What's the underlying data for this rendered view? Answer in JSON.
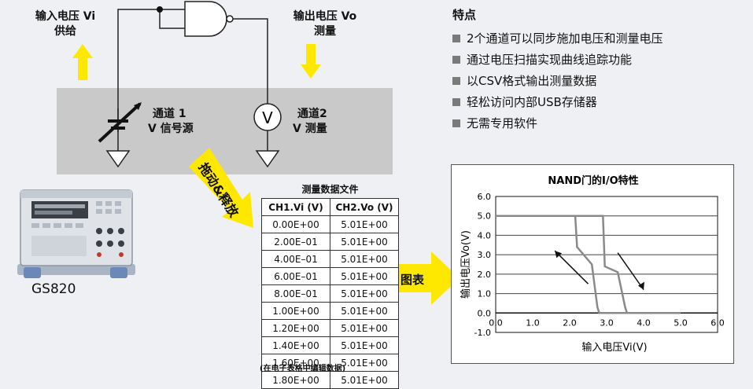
{
  "diagram": {
    "input_label": [
      "输入电压 Vi",
      "供给"
    ],
    "output_label": [
      "输出电压 Vo",
      "测量"
    ],
    "channel1_label": [
      "通道 1",
      "V 信号源"
    ],
    "channel2_label": [
      "通道2",
      "V  测量"
    ],
    "voltmeter_symbol": "V",
    "drag_label": "拖动&释放",
    "chart_arrow_label": "图表",
    "device_model": "GS820",
    "colors": {
      "arrow_yellow": "#ffe800",
      "box_gray": "#c9c9c9"
    }
  },
  "features": {
    "title": "特点",
    "items": [
      "2个通道可以同步施加电压和测量电压",
      "通过电压扫描实现曲线追踪功能",
      "以CSV格式输出测量数据",
      "轻松访问内部USB存储器",
      "无需专用软件"
    ]
  },
  "table": {
    "title": "测量数据文件",
    "headers": [
      "CH1.Vi (V)",
      "CH2.Vo (V)"
    ],
    "rows": [
      [
        "0.00E+00",
        "5.01E+00"
      ],
      [
        "2.00E–01",
        "5.01E+00"
      ],
      [
        "4.00E–01",
        "5.01E+00"
      ],
      [
        "6.00E–01",
        "5.01E+00"
      ],
      [
        "8.00E–01",
        "5.01E+00"
      ],
      [
        "1.00E+00",
        "5.01E+00"
      ],
      [
        "1.20E+00",
        "5.01E+00"
      ],
      [
        "1.40E+00",
        "5.01E+00"
      ],
      [
        "1.60E+00",
        "5.01E+00"
      ],
      [
        "1.80E+00",
        "5.01E+00"
      ]
    ],
    "note": "(在电子表格中编辑数据)"
  },
  "chart_data": {
    "type": "line",
    "title": "NAND门的I/O特性",
    "xlabel": "输入电压Vi(V)",
    "ylabel": "输出电压Vo(V)",
    "xlim": [
      0,
      6
    ],
    "ylim": [
      -1,
      6
    ],
    "x_ticks": [
      "0.0",
      "1.0",
      "2.0",
      "3.0",
      "4.0",
      "5.0",
      "6.0"
    ],
    "y_ticks": [
      "-1.0",
      "0.0",
      "1.0",
      "2.0",
      "3.0",
      "4.0",
      "5.0",
      "6.0"
    ],
    "grid": true,
    "series": [
      {
        "x": [
          0,
          2.9,
          2.95,
          3.3,
          3.5,
          3.55,
          5.0
        ],
        "y": [
          5.0,
          5.0,
          2.4,
          2.1,
          0.3,
          0.0,
          0.0
        ]
      },
      {
        "x": [
          0,
          2.15,
          2.2,
          2.6,
          2.75,
          2.8,
          5.0
        ],
        "y": [
          5.0,
          5.0,
          3.4,
          2.5,
          0.3,
          0.0,
          0.0
        ]
      }
    ],
    "colors": {
      "line": "#8a8a8a",
      "grid": "#444444"
    }
  }
}
